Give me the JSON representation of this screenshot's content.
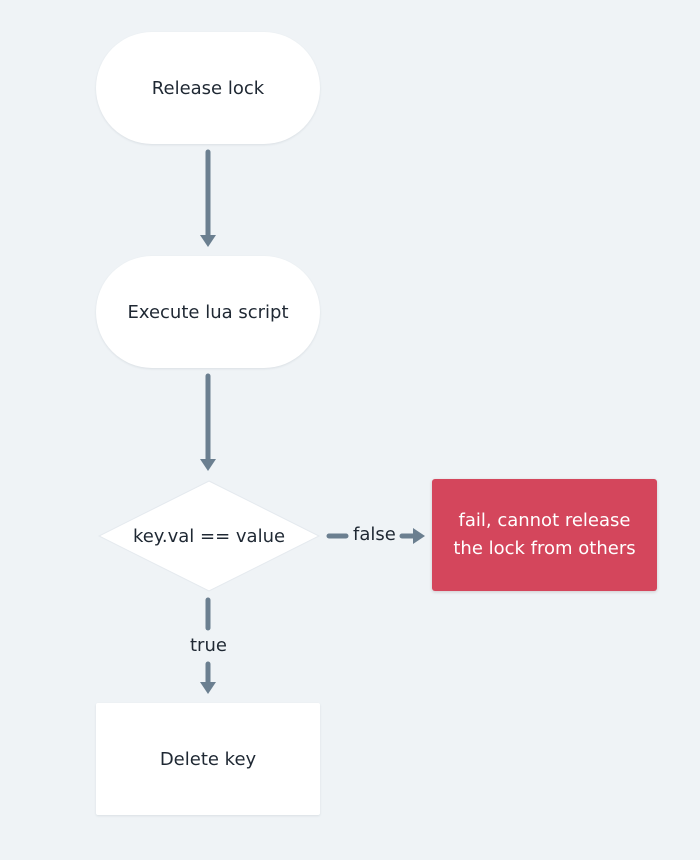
{
  "nodes": {
    "release_lock": "Release lock",
    "execute_lua": "Execute lua script",
    "condition": "key.val == value",
    "fail_line1": "fail, cannot release",
    "fail_line2": "the lock from others",
    "delete_key": "Delete key"
  },
  "edges": {
    "false_label": "false",
    "true_label": "true"
  },
  "colors": {
    "background": "#eff3f6",
    "node_fill": "#ffffff",
    "fail_fill": "#d4465c",
    "arrow": "#6b7f90",
    "text": "#1f2833"
  }
}
